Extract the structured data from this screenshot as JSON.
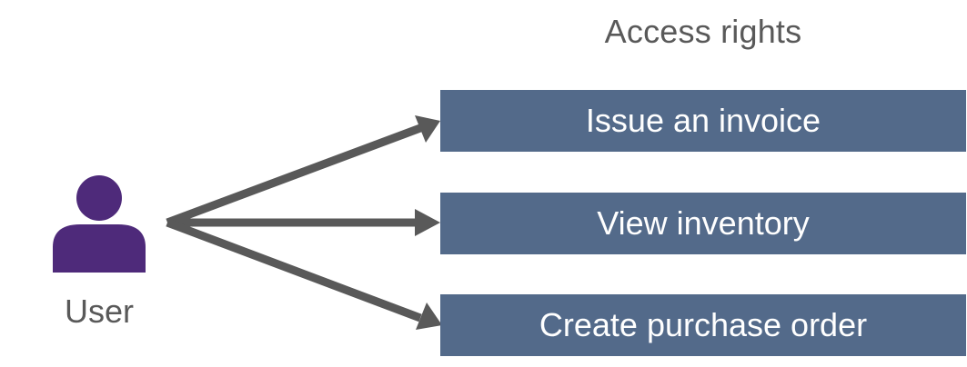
{
  "diagram": {
    "title": "Access rights",
    "user_label": "User",
    "rights": [
      {
        "label": "Issue an invoice"
      },
      {
        "label": "View inventory"
      },
      {
        "label": "Create purchase order"
      }
    ]
  },
  "colors": {
    "box_fill": "#536A8A",
    "arrow": "#595959",
    "user_icon": "#4E2A7A",
    "text_gray": "#595959",
    "box_text": "#ffffff"
  },
  "icons": {
    "user": "user-icon",
    "arrow": "arrow-icon"
  }
}
